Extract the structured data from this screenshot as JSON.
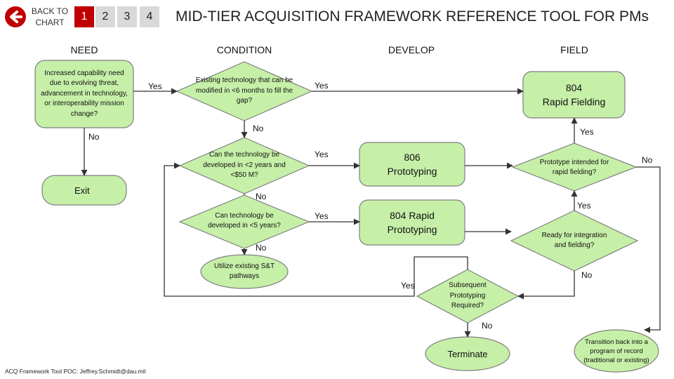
{
  "header": {
    "back_label": "BACK TO\nCHART",
    "tabs": [
      {
        "label": "1",
        "active": true
      },
      {
        "label": "2",
        "active": false
      },
      {
        "label": "3",
        "active": false
      },
      {
        "label": "4",
        "active": false
      }
    ],
    "title": "MID-TIER ACQUISITION FRAMEWORK REFERENCE TOOL FOR PMs"
  },
  "columns": {
    "need": "NEED",
    "condition": "CONDITION",
    "develop": "DEVELOP",
    "field": "FIELD"
  },
  "nodes": {
    "need_question": "Increased capability need due to evolving threat, advancement in technology, or interoperability mission change?",
    "existing_tech": "Existing technology that can be modified in <6 months to fill the gap?",
    "rapid_fielding": "804\nRapid Fielding",
    "exit": "Exit",
    "develop_2yrs": "Can the technology be developed in <2 years and <$50 M?",
    "prototyping_806": "806\nPrototyping",
    "prototype_intended": "Prototype intended for rapid fielding?",
    "develop_5yrs": "Can technology be developed in <5 years?",
    "rapid_prototyping_804": "804 Rapid\nPrototyping",
    "ready_integration": "Ready for integration and fielding?",
    "st_pathways": "Utilize existing S&T pathways",
    "subsequent_prototyping": "Subsequent Prototyping Required?",
    "terminate": "Terminate",
    "transition": "Transition back into a program of record (traditional or existing)"
  },
  "edges": {
    "need_yes": "Yes",
    "need_no": "No",
    "existing_yes": "Yes",
    "existing_no": "No",
    "develop2_yes": "Yes",
    "develop2_no": "No",
    "develop5_yes": "Yes",
    "develop5_no": "No",
    "intended_yes": "Yes",
    "intended_no": "No",
    "ready_yes": "Yes",
    "ready_no": "No",
    "subsequent_yes": "Yes",
    "subsequent_no": "No"
  },
  "footer": "ACQ Framework Tool POC: Jeffrey.Schmidt@dau.mil",
  "colors": {
    "node_fill": "#c6efa8",
    "node_stroke": "#7f7f7f",
    "line": "#333333",
    "accent": "#c00000",
    "tab_inactive": "#d9d9d9"
  },
  "icons": {
    "back": "back-arrow-icon"
  }
}
